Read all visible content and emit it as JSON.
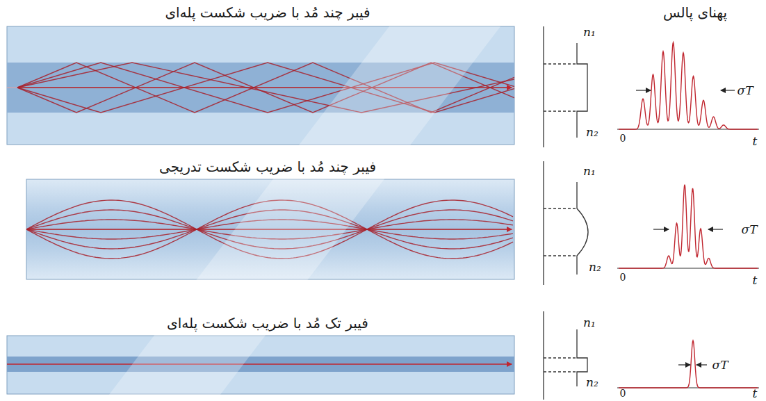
{
  "diagram": {
    "labels": [
      "پهنای پالس",
      "فیبر چند مُد با ضریب شکست پله‌ای",
      "n₁",
      "n₂",
      "σT",
      "0",
      "t",
      "فیبر چند مُد با ضریب شکست تدریجی",
      "n₁",
      "n₂",
      "σT",
      "0",
      "t",
      "فیبر تک مُد با ضریب شکست پله‌ای",
      "n₁",
      "n₂",
      "σT",
      "0",
      "t"
    ]
  }
}
